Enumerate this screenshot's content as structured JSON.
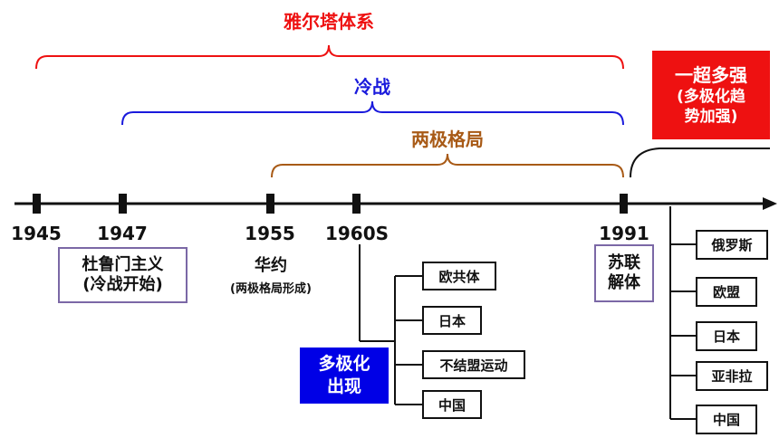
{
  "colors": {
    "red": "#ee1111",
    "blue": "#1a1adc",
    "brown": "#a85a16",
    "purple": "#7b68a6",
    "red_box": "#ee1111",
    "blue_box": "#0000e6"
  },
  "periods": {
    "yalta": "雅尔塔体系",
    "cold_war": "冷战",
    "bipolar": "两极格局"
  },
  "years": [
    "1945",
    "1947",
    "1955",
    "1960S",
    "1991"
  ],
  "events": {
    "truman_line1": "杜鲁门主义",
    "truman_line2": "(冷战开始)",
    "warsaw": "华约",
    "warsaw_sub": "(两极格局形成)",
    "ussr_line1": "苏联",
    "ussr_line2": "解体"
  },
  "multipolar_box": {
    "line1": "多极化",
    "line2": "出现"
  },
  "multipolar_forces": [
    "欧共体",
    "日本",
    "不结盟运动",
    "中国"
  ],
  "superpower_box": {
    "line1": "一超多强",
    "line2": "(多极化趋",
    "line3": "势加强)"
  },
  "current_forces": [
    "俄罗斯",
    "欧盟",
    "日本",
    "亚非拉",
    "中国"
  ]
}
